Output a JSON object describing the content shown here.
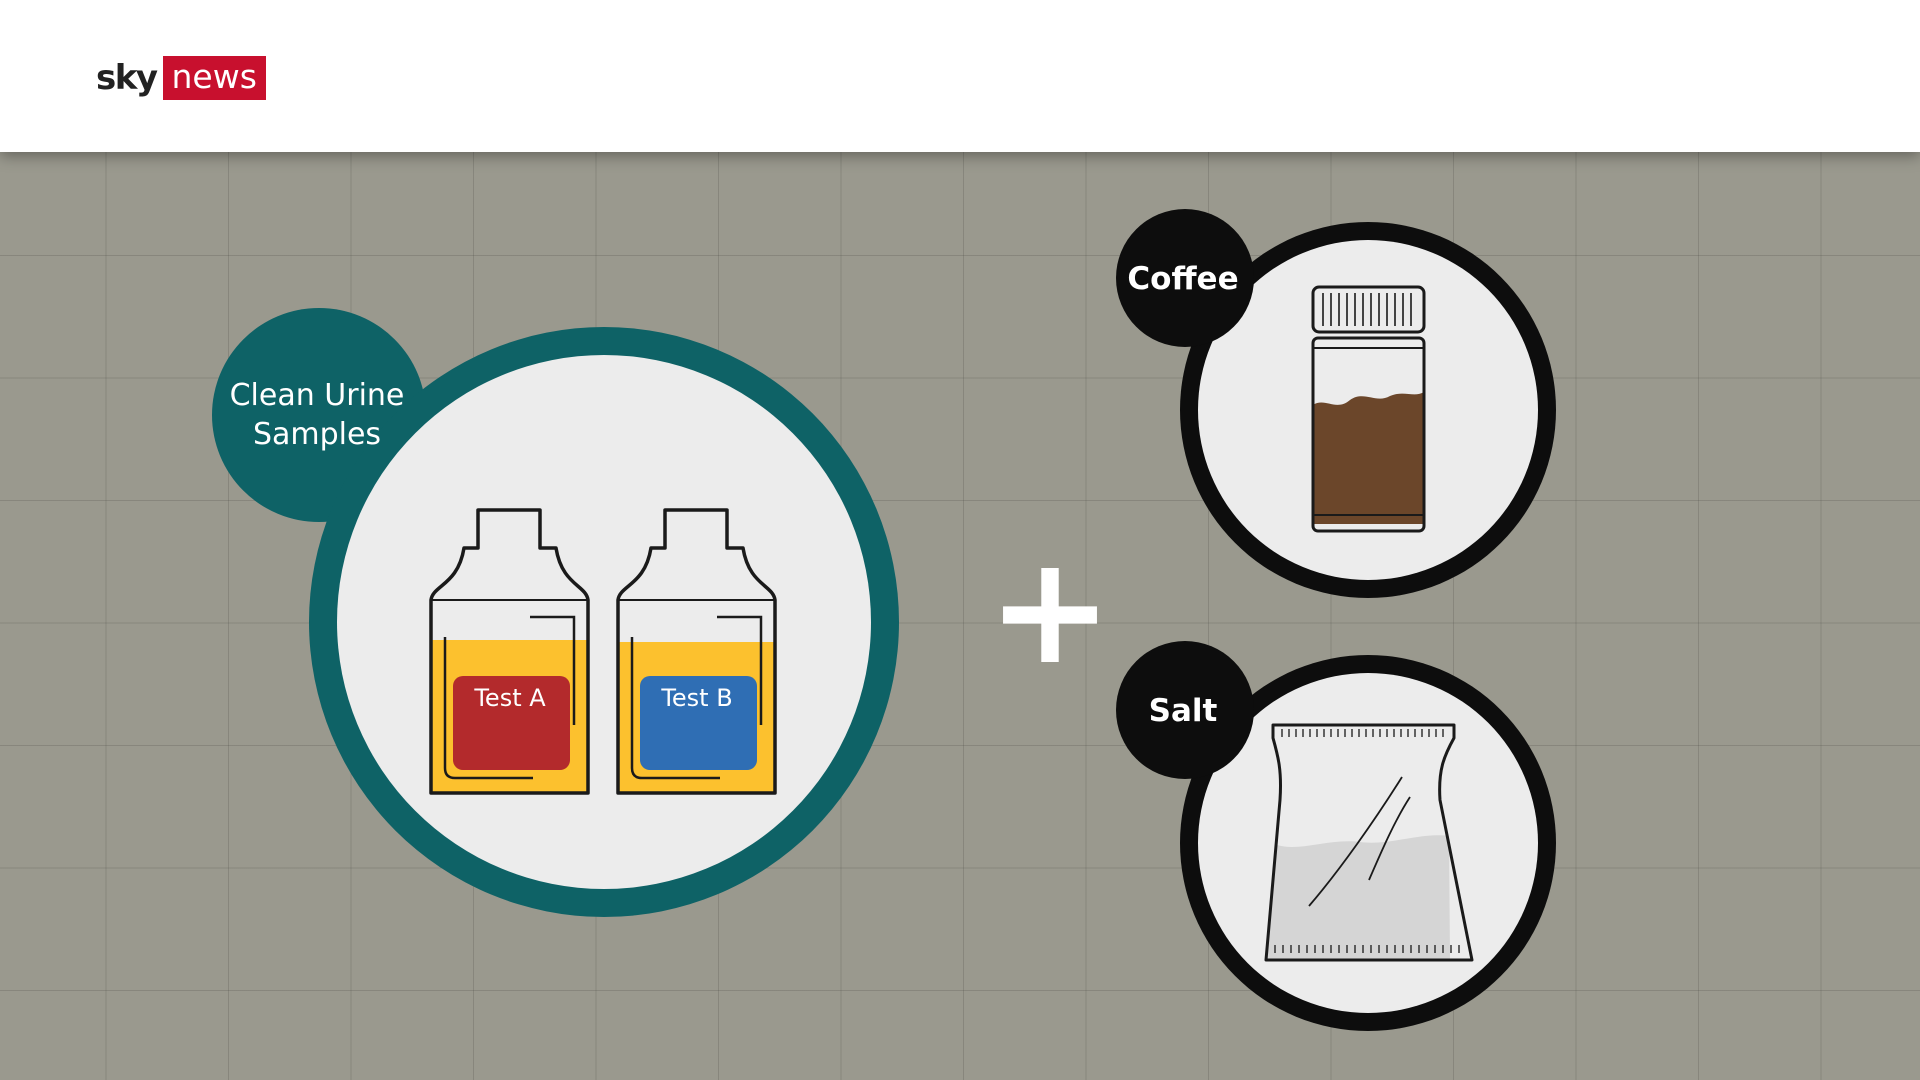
{
  "brand": {
    "sky": "sky",
    "news": "news",
    "accent": "#c8102e"
  },
  "left_group": {
    "label_line1": "Clean Urine",
    "label_line2": "Samples",
    "ring_color": "#0e6266",
    "bottles": [
      {
        "label": "Test A",
        "tag_color": "#b32a2c"
      },
      {
        "label": "Test B",
        "tag_color": "#2f6eb4"
      }
    ],
    "liquid_color": "#fcc12e"
  },
  "plus_sign": "+",
  "right_group": [
    {
      "label": "Coffee",
      "icon": "coffee-jar-icon",
      "fill_color": "#6b462a"
    },
    {
      "label": "Salt",
      "icon": "salt-bag-icon",
      "fill_color": "#d5d5d5"
    }
  ]
}
